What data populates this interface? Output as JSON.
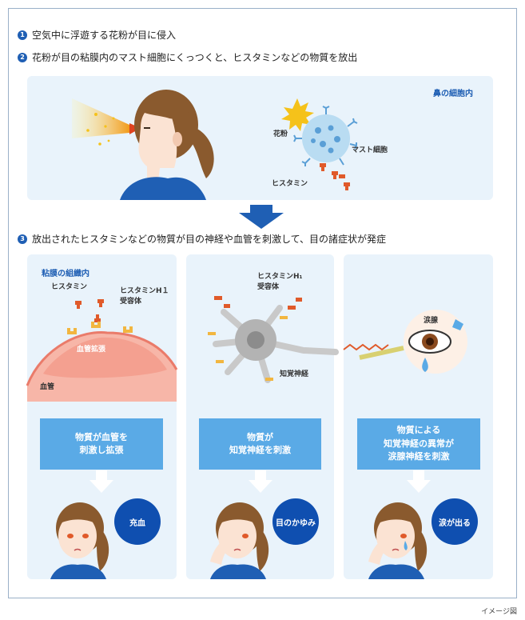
{
  "steps": [
    {
      "num": "1",
      "text": "空気中に浮遊する花粉が目に侵入"
    },
    {
      "num": "2",
      "text": "花粉が目の粘膜内のマスト細胞にくっつくと、ヒスタミンなどの物質を放出"
    },
    {
      "num": "3",
      "text": "放出されたヒスタミンなどの物質が目の神経や血管を刺激して、目の諸症状が発症"
    }
  ],
  "top_panel": {
    "title": "鼻の細胞内",
    "pollen": "花粉",
    "mast_cell": "マスト細胞",
    "histamine": "ヒスタミン"
  },
  "panels": [
    {
      "title": "粘膜の組織内",
      "histamine": "ヒスタミン",
      "receptor_line1": "ヒスタミンH１",
      "receptor_line2": "受容体",
      "vessel_dilation": "血管拡張",
      "vessel": "血管",
      "box_lines": [
        "物質が血管を",
        "刺激し拡張"
      ],
      "result": "充血"
    },
    {
      "receptor_line1": "ヒスタミンH₁",
      "receptor_line2": "受容体",
      "nerve": "知覚神経",
      "box_lines": [
        "物質が",
        "知覚神経を刺激"
      ],
      "result": "目のかゆみ"
    },
    {
      "tear_gland": "涙腺",
      "box_lines": [
        "物質による",
        "知覚神経の異常が",
        "涙腺神経を刺激"
      ],
      "result": "涙が出る"
    }
  ],
  "caption": "イメージ図",
  "colors": {
    "accent_blue": "#1f5fb4",
    "box_blue": "#5aaae6",
    "circle_blue": "#0f4fb0",
    "panel_bg": "#e9f3fb",
    "histamine": "#e05a2a",
    "receptor": "#f2b640"
  }
}
